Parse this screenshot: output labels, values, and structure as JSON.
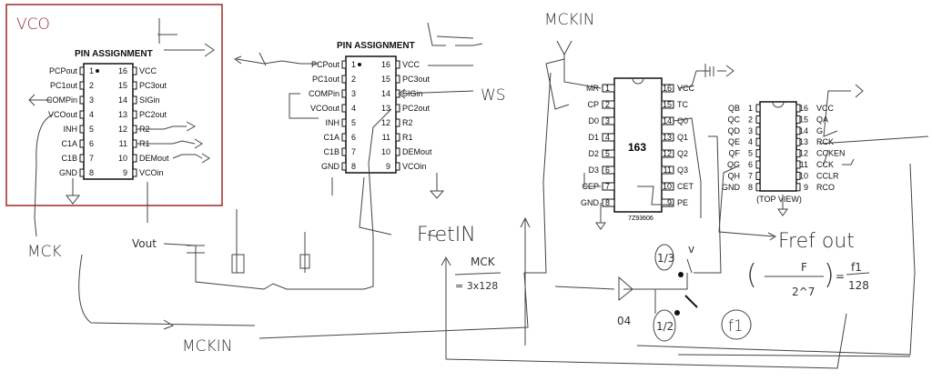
{
  "vco_chip": {
    "label": "VCO",
    "title": "PIN ASSIGNMENT",
    "left_pins": [
      {
        "num": "1",
        "name": "PCPout"
      },
      {
        "num": "2",
        "name": "PC1out"
      },
      {
        "num": "3",
        "name": "COMPin"
      },
      {
        "num": "4",
        "name": "VCOout"
      },
      {
        "num": "5",
        "name": "INH"
      },
      {
        "num": "6",
        "name": "C1A"
      },
      {
        "num": "7",
        "name": "C1B"
      },
      {
        "num": "8",
        "name": "GND"
      }
    ],
    "right_pins": [
      {
        "num": "16",
        "name": "VCC"
      },
      {
        "num": "15",
        "name": "PC3out"
      },
      {
        "num": "14",
        "name": "SIGin"
      },
      {
        "num": "13",
        "name": "PC2out"
      },
      {
        "num": "12",
        "name": "R2"
      },
      {
        "num": "11",
        "name": "R1"
      },
      {
        "num": "10",
        "name": "DEMout"
      },
      {
        "num": "9",
        "name": "VCOin"
      }
    ]
  },
  "pll_chip": {
    "title": "PIN ASSIGNMENT",
    "left_pins": [
      {
        "num": "1",
        "name": "PCPout"
      },
      {
        "num": "2",
        "name": "PC1out"
      },
      {
        "num": "3",
        "name": "COMPin"
      },
      {
        "num": "4",
        "name": "VCOout"
      },
      {
        "num": "5",
        "name": "INH"
      },
      {
        "num": "6",
        "name": "C1A"
      },
      {
        "num": "7",
        "name": "C1B"
      },
      {
        "num": "8",
        "name": "GND"
      }
    ],
    "right_pins": [
      {
        "num": "16",
        "name": "VCC"
      },
      {
        "num": "15",
        "name": "PC3out"
      },
      {
        "num": "14",
        "name": "SIGin"
      },
      {
        "num": "13",
        "name": "PC2out"
      },
      {
        "num": "12",
        "name": "R2"
      },
      {
        "num": "11",
        "name": "R1"
      },
      {
        "num": "10",
        "name": "DEMout"
      },
      {
        "num": "9",
        "name": "VCOin"
      }
    ]
  },
  "counter_chip": {
    "name": "163",
    "part_code": "7Z93606",
    "left_pins": [
      {
        "num": "1",
        "name": "MR"
      },
      {
        "num": "2",
        "name": "CP"
      },
      {
        "num": "3",
        "name": "D0"
      },
      {
        "num": "4",
        "name": "D1"
      },
      {
        "num": "5",
        "name": "D2"
      },
      {
        "num": "6",
        "name": "D3"
      },
      {
        "num": "7",
        "name": "CEP"
      },
      {
        "num": "8",
        "name": "GND"
      }
    ],
    "right_pins": [
      {
        "num": "16",
        "name": "VCC"
      },
      {
        "num": "15",
        "name": "TC"
      },
      {
        "num": "14",
        "name": "Q0"
      },
      {
        "num": "13",
        "name": "Q1"
      },
      {
        "num": "12",
        "name": "Q2"
      },
      {
        "num": "11",
        "name": "Q3"
      },
      {
        "num": "10",
        "name": "CET"
      },
      {
        "num": "9",
        "name": "PE"
      }
    ]
  },
  "shift_chip": {
    "view_label": "(TOP VIEW)",
    "left_pins": [
      {
        "num": "1",
        "name": "QB"
      },
      {
        "num": "2",
        "name": "QC"
      },
      {
        "num": "3",
        "name": "QD"
      },
      {
        "num": "4",
        "name": "QE"
      },
      {
        "num": "5",
        "name": "QF"
      },
      {
        "num": "6",
        "name": "QG"
      },
      {
        "num": "7",
        "name": "QH"
      },
      {
        "num": "8",
        "name": "GND"
      }
    ],
    "right_pins": [
      {
        "num": "16",
        "name": "VCC"
      },
      {
        "num": "15",
        "name": "QA"
      },
      {
        "num": "14",
        "name": "G"
      },
      {
        "num": "13",
        "name": "RCK"
      },
      {
        "num": "12",
        "name": "CCKEN"
      },
      {
        "num": "11",
        "name": "CCK"
      },
      {
        "num": "10",
        "name": "CCLR"
      },
      {
        "num": "9",
        "name": "RCO"
      }
    ]
  },
  "annotations": {
    "mck": "MCK",
    "vout": "Vout",
    "mckin_bottom": "MCKIN",
    "mckin_top": "MCKIN",
    "ws": "WS",
    "fref_in": "FretIN",
    "mck_num": "MCK",
    "mck_den": "= 3x128",
    "fref_out": "Fref out",
    "f_num": "F",
    "f_den": "2^7",
    "eq": "=",
    "f1_num": "f1",
    "f1_den": "128",
    "third": "1/3",
    "half": "1/2",
    "f1": "f1",
    "inverter": "04",
    "check": "v"
  },
  "colors": {
    "vco_frame": "#a02828",
    "ink": "#333333"
  }
}
